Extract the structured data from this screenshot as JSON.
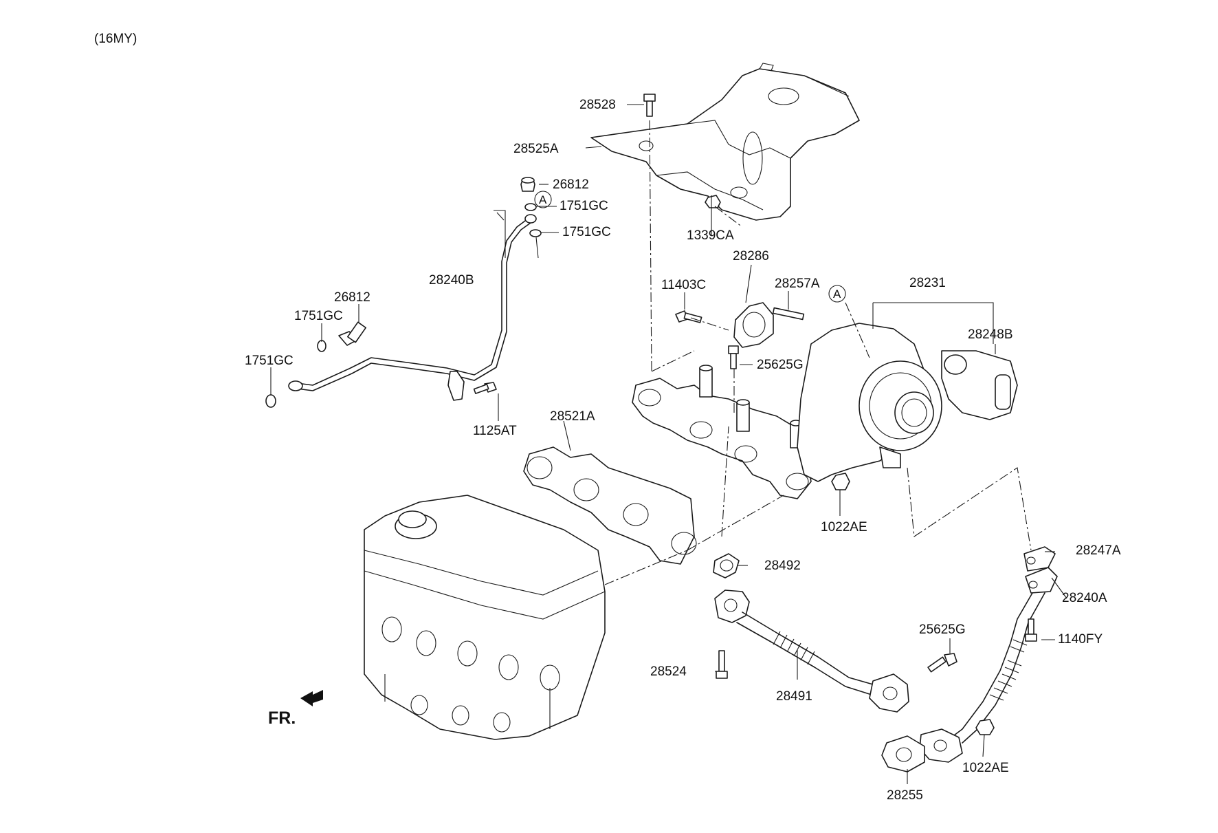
{
  "header": {
    "model_year": "(16MY)"
  },
  "direction": {
    "label": "FR."
  },
  "reference": {
    "circle_label": "A"
  },
  "parts": {
    "p28528": "28528",
    "p28525A": "28525A",
    "p26812_top": "26812",
    "p1751GC_top1": "1751GC",
    "p1751GC_top2": "1751GC",
    "p28240B": "28240B",
    "p26812_left": "26812",
    "p1751GC_left1": "1751GC",
    "p1751GC_left2": "1751GC",
    "p1125AT": "1125AT",
    "p1339CA": "1339CA",
    "p28286": "28286",
    "p11403C": "11403C",
    "p28257A": "28257A",
    "p28231": "28231",
    "p28248B": "28248B",
    "p25625G_mid": "25625G",
    "p28521A": "28521A",
    "p1022AE_mid": "1022AE",
    "p28492": "28492",
    "p28247A": "28247A",
    "p28240A": "28240A",
    "p25625G_low": "25625G",
    "p1140FY": "1140FY",
    "p28524": "28524",
    "p28491": "28491",
    "p1022AE_low": "1022AE",
    "p28255": "28255"
  }
}
